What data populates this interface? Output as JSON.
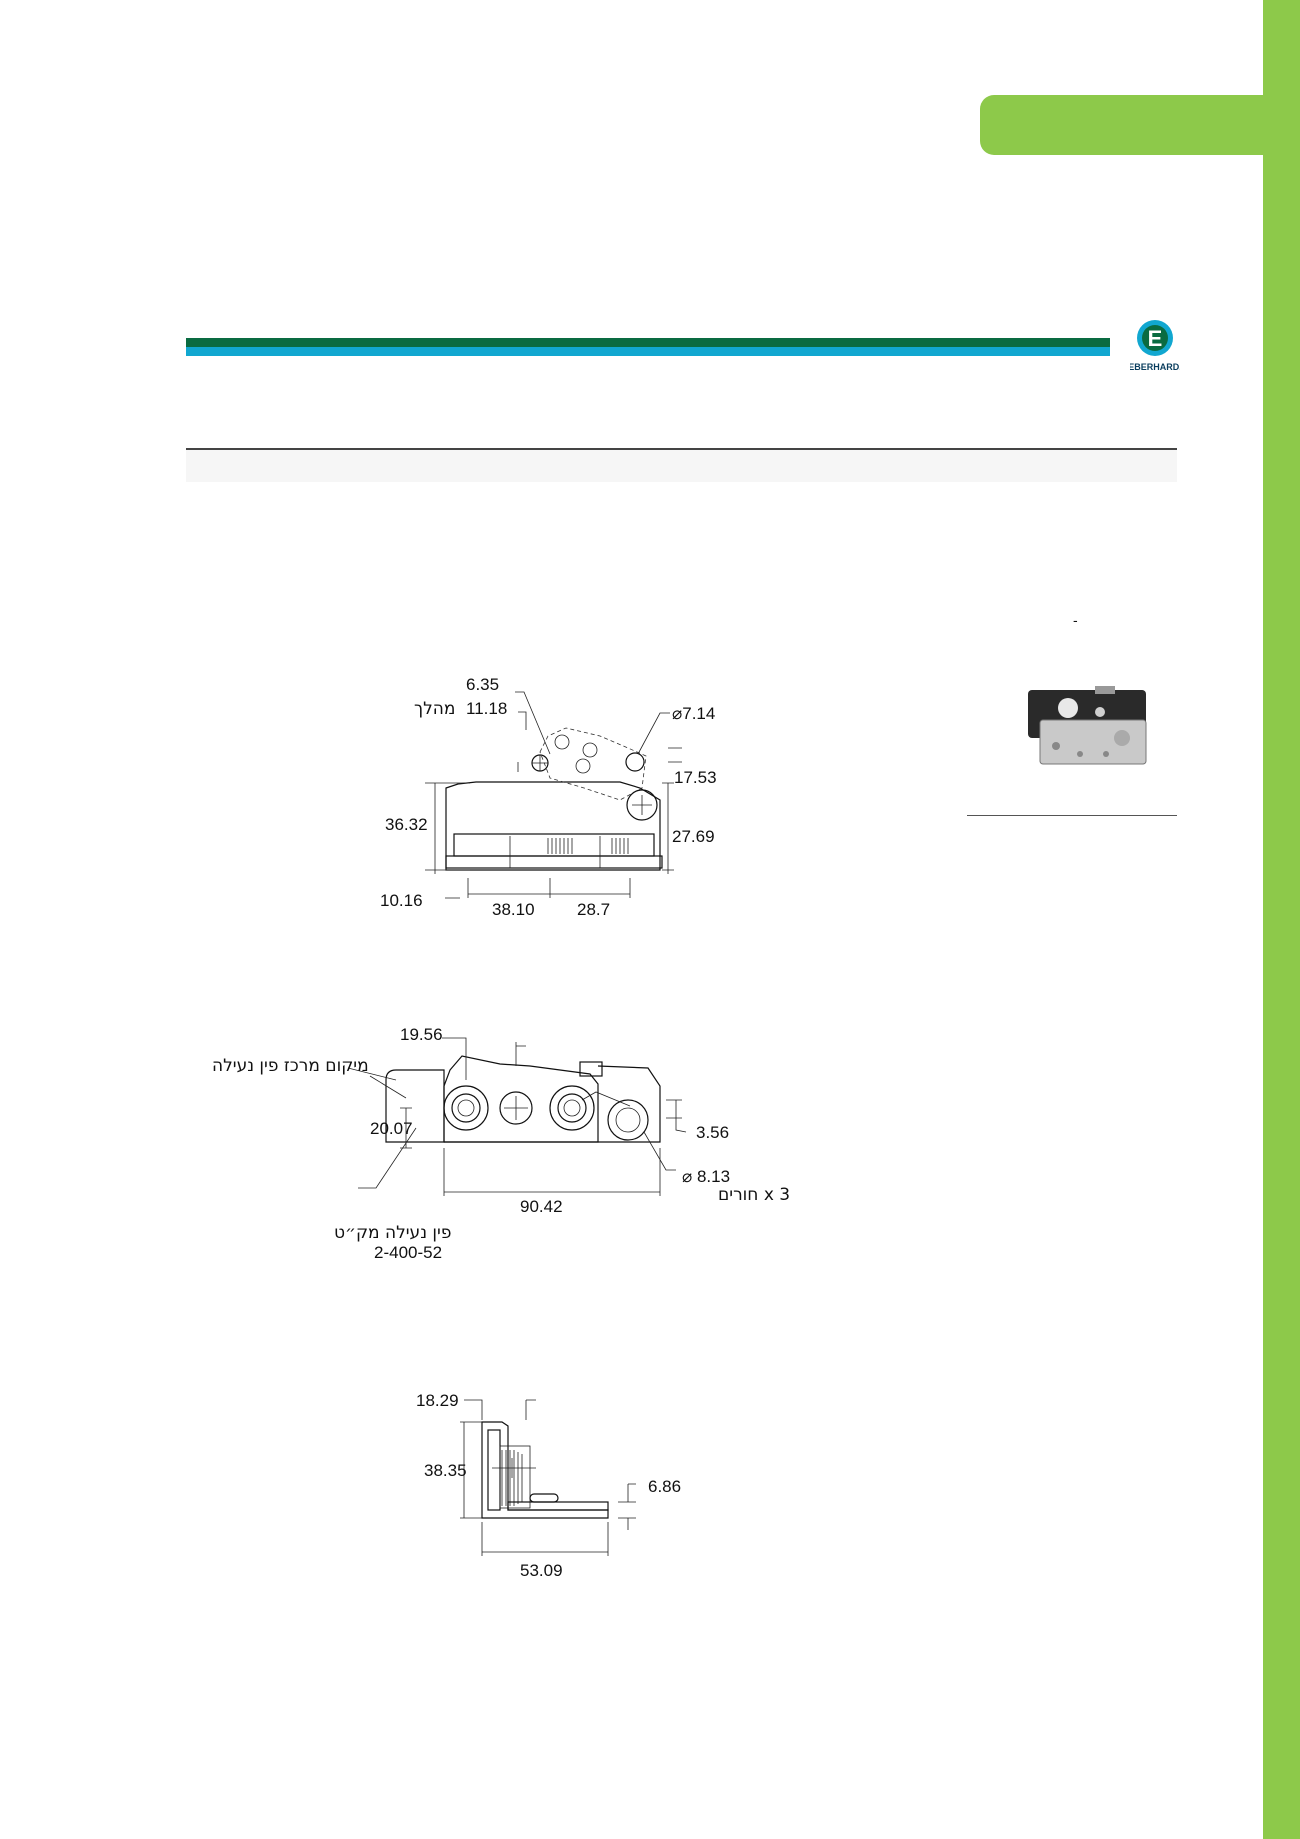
{
  "brand": {
    "logo_letter": "E",
    "logo_text": "EBERHARD."
  },
  "side_note": "-",
  "views": {
    "front": {
      "dim_a": "6.35",
      "dim_b": "11.18",
      "travel_label": "מהלך",
      "dim_c": "⌀7.14",
      "dim_d": "17.53",
      "dim_e": "36.32",
      "dim_f": "27.69",
      "dim_g": "10.16",
      "dim_h": "38.10",
      "dim_i": "28.7"
    },
    "top": {
      "dim_a": "19.56",
      "pin_center_label": "מיקום מרכז פין נעילה",
      "dim_b": "20.07",
      "dim_c": "3.56",
      "dim_d": "⌀ 8.13",
      "holes_label": "חורים x 3",
      "dim_e": "90.42",
      "pin_label": "פין נעילה מק״ט",
      "pin_part": "2-400-52"
    },
    "side": {
      "dim_a": "18.29",
      "dim_b": "38.35",
      "dim_c": "6.86",
      "dim_d": "53.09"
    }
  }
}
